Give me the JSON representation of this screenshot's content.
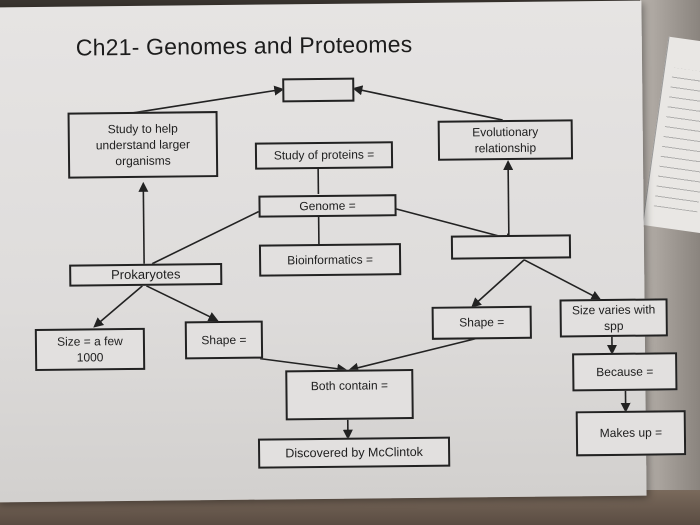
{
  "title": "Ch21- Genomes and Proteomes",
  "boxes": {
    "top_blank": "",
    "study_larger": "Study to help\nunderstand larger\norganisms",
    "study_proteins": "Study of proteins =",
    "evolutionary": "Evolutionary\nrelationship",
    "genome": "Genome =",
    "bioinformatics": "Bioinformatics =",
    "right_blank": "",
    "prokaryotes": "Prokaryotes",
    "size_few": "Size = a few\n1000",
    "shape_left": "Shape =",
    "shape_right": "Shape =",
    "size_varies": "Size varies with\nspp",
    "because": "Because =",
    "makes_up": "Makes up =",
    "both_contain": "Both contain =",
    "discovered": "Discovered by McClintok"
  }
}
